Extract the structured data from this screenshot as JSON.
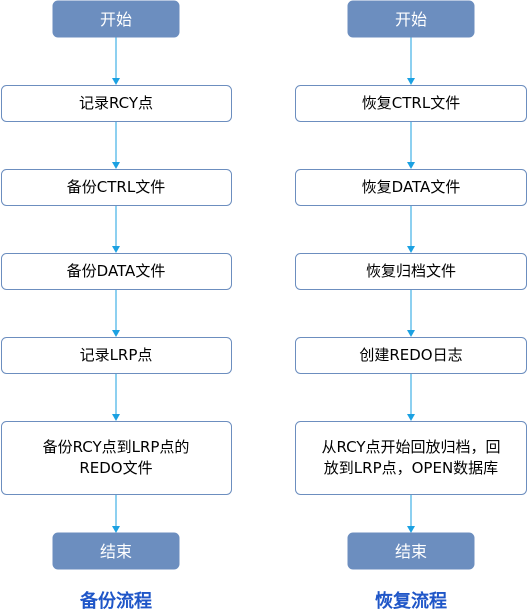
{
  "backup_flow": {
    "start_label": "开始",
    "steps": [
      [
        "记录RCY点"
      ],
      [
        "备份CTRL文件"
      ],
      [
        "备份DATA文件"
      ],
      [
        "记录LRP点"
      ],
      [
        "备份RCY点到LRP点的",
        "REDO文件"
      ]
    ],
    "end_label": "结束",
    "caption": "备份流程"
  },
  "restore_flow": {
    "start_label": "开始",
    "steps": [
      [
        "恢复CTRL文件"
      ],
      [
        "恢复DATA文件"
      ],
      [
        "恢复归档文件"
      ],
      [
        "创建REDO日志"
      ],
      [
        "从RCY点开始回放归档，回",
        "放到LRP点，OPEN数据库"
      ]
    ],
    "end_label": "结束",
    "caption": "恢复流程"
  },
  "colors": {
    "terminal_fill": "#6c8ebf",
    "box_border": "#6c8ebf",
    "arrow": "#1ba1e2",
    "caption": "#1f56c8"
  }
}
